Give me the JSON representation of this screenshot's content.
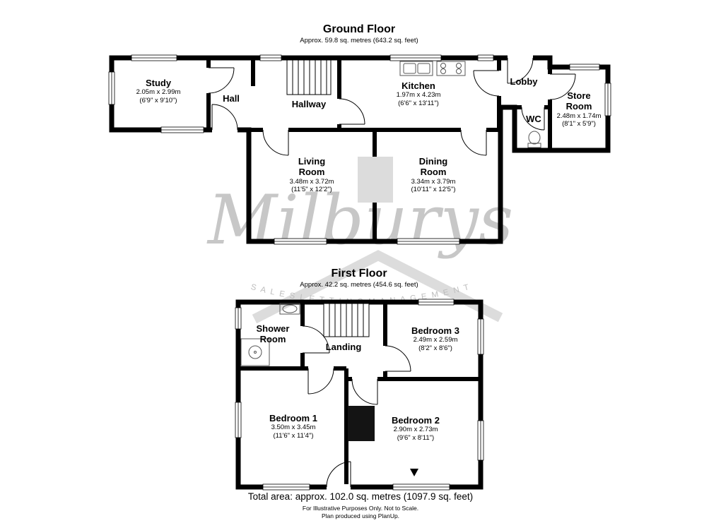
{
  "watermark": {
    "brand": "Milburys",
    "tagline": "S A L E S  L E T T I N G  M A N A G E M E N T"
  },
  "ground_floor": {
    "title": "Ground Floor",
    "area": "Approx. 59.8 sq. metres (643.2 sq. feet)",
    "rooms": [
      {
        "name": "Study",
        "dims_m": "2.05m x 2.99m",
        "dims_ft": "(6'9\" x 9'10\")"
      },
      {
        "name": "Hall"
      },
      {
        "name": "Hallway"
      },
      {
        "name": "Kitchen",
        "dims_m": "1.97m x 4.23m",
        "dims_ft": "(6'6\" x 13'11\")"
      },
      {
        "name": "Lobby"
      },
      {
        "name": "Store\nRoom",
        "dims_m": "2.48m x 1.74m",
        "dims_ft": "(8'1\" x 5'9\")"
      },
      {
        "name": "WC"
      },
      {
        "name": "Living\nRoom",
        "dims_m": "3.48m x 3.72m",
        "dims_ft": "(11'5\" x 12'2\")"
      },
      {
        "name": "Dining\nRoom",
        "dims_m": "3.34m x 3.79m",
        "dims_ft": "(10'11\" x 12'5\")"
      }
    ]
  },
  "first_floor": {
    "title": "First Floor",
    "area": "Approx. 42.2 sq. metres (454.6 sq. feet)",
    "rooms": [
      {
        "name": "Shower\nRoom"
      },
      {
        "name": "Landing"
      },
      {
        "name": "Bedroom 3",
        "dims_m": "2.49m x 2.59m",
        "dims_ft": "(8'2\" x 8'6\")"
      },
      {
        "name": "Bedroom 1",
        "dims_m": "3.50m x 3.45m",
        "dims_ft": "(11'6\" x 11'4\")"
      },
      {
        "name": "Bedroom 2",
        "dims_m": "2.90m x 2.73m",
        "dims_ft": "(9'6\" x 8'11\")"
      }
    ]
  },
  "footer": {
    "total_area": "Total area: approx. 102.0 sq. metres (1097.9 sq. feet)",
    "disclaimer": "For Illustrative Purposes Only. Not to Scale.",
    "produced_by": "Plan produced using PlanUp."
  }
}
